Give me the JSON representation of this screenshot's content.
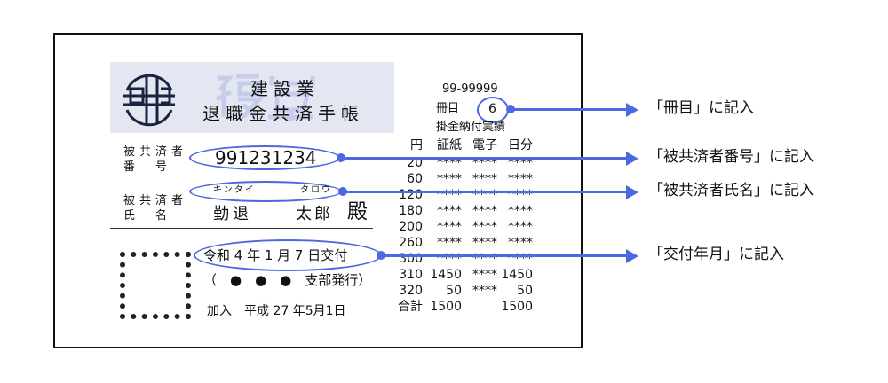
{
  "card": {
    "logo": "建退共マーク",
    "watermark": "複写",
    "title_line1": "建設業",
    "title_line2": "退職金共済手帳",
    "member_number_label_1": "被共済者",
    "member_number_label_2": "番　号",
    "member_number": "991231234",
    "member_name_label_1": "被共済者",
    "member_name_label_2": "氏　名",
    "kana_surname": "キンタイ",
    "kana_given": "タロウ",
    "surname": "勤退",
    "given_name": "太郎",
    "honorific": "殿",
    "issue_date": "令和 4 年 1 月 7 日交付",
    "branch": "（　●　●　●　支部発行）",
    "join_date": "加入　平成 27 年5月1日",
    "book_id": "99-99999",
    "volume_label": "冊目",
    "volume": "6",
    "record_title": "掛金納付実績",
    "table_headers": [
      "円",
      "証紙",
      "電子",
      "日分"
    ],
    "table_rows": [
      [
        "20",
        "****",
        "****",
        "****"
      ],
      [
        "60",
        "****",
        "****",
        "****"
      ],
      [
        "120",
        "****",
        "****",
        "****"
      ],
      [
        "180",
        "****",
        "****",
        "****"
      ],
      [
        "200",
        "****",
        "****",
        "****"
      ],
      [
        "260",
        "****",
        "****",
        "****"
      ],
      [
        "300",
        "****",
        "****",
        "****"
      ],
      [
        "310",
        "1450",
        "****",
        "1450"
      ],
      [
        "320",
        "50",
        "****",
        "50"
      ],
      [
        "合計",
        "1500",
        "",
        "1500"
      ]
    ]
  },
  "notes": {
    "volume": "「冊目」に記入",
    "member_number": "「被共済者番号」に記入",
    "member_name": "「被共済者氏名」に記入",
    "issue_date": "「交付年月」に記入"
  },
  "colors": {
    "accent": "#4d68e0",
    "header_bg": "#e4e6f1"
  }
}
